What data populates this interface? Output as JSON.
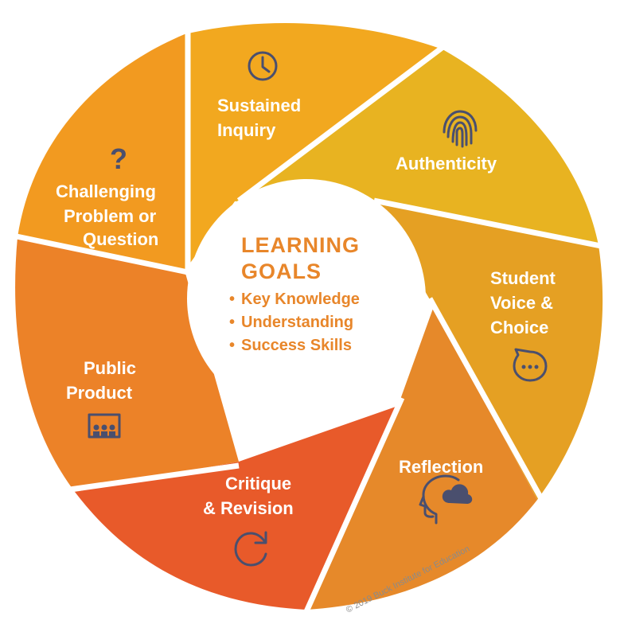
{
  "center": {
    "title_line1": "LEARNING",
    "title_line2": "GOALS",
    "bullets": [
      "Key Knowledge",
      "Understanding",
      "Success Skills"
    ],
    "bullet_glyph": "•"
  },
  "segments": [
    {
      "id": "sustained-inquiry",
      "lines": [
        "Sustained",
        "Inquiry"
      ],
      "icon": "clock-icon",
      "color": "#f2a81f"
    },
    {
      "id": "authenticity",
      "lines": [
        "Authenticity"
      ],
      "icon": "fingerprint-icon",
      "color": "#e8b321"
    },
    {
      "id": "student-voice-choice",
      "lines": [
        "Student",
        "Voice &",
        "Choice"
      ],
      "icon": "speech-bubble-icon",
      "color": "#e5a023"
    },
    {
      "id": "reflection",
      "lines": [
        "Reflection"
      ],
      "icon": "head-cloud-icon",
      "color": "#e6892a"
    },
    {
      "id": "critique-revision",
      "lines": [
        "Critique",
        "& Revision"
      ],
      "icon": "refresh-icon",
      "color": "#e85a2a"
    },
    {
      "id": "public-product",
      "lines": [
        "Public",
        "Product"
      ],
      "icon": "presentation-audience-icon",
      "color": "#ec8228"
    },
    {
      "id": "challenging-problem",
      "lines": [
        "Challenging",
        "Problem or",
        "Question"
      ],
      "icon": "question-mark-icon",
      "color": "#f29a20"
    }
  ],
  "icons": {
    "question_glyph": "?"
  },
  "copyright": "© 2019 Buck Institute for Education",
  "colors": {
    "icon": "#4a4f6e",
    "center_text": "#e8862a",
    "gap": "#ffffff"
  }
}
